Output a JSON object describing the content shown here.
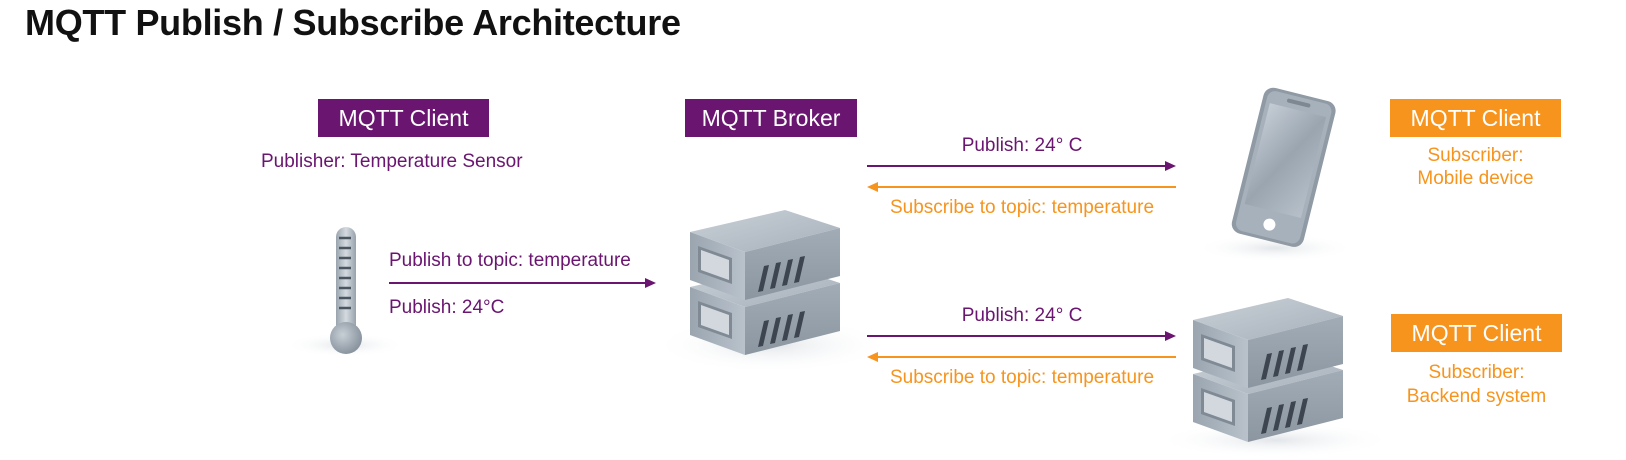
{
  "title": "MQTT Publish / Subscribe Architecture",
  "colors": {
    "purple": "#6a1570",
    "orange": "#f7941d",
    "device_gray": "#a9b3bd"
  },
  "publisher": {
    "badge": "MQTT Client",
    "role": "Publisher: Temperature Sensor",
    "icon": "thermometer-icon",
    "topic_label": "Publish to topic: temperature",
    "value_label": "Publish: 24°C"
  },
  "broker": {
    "badge": "MQTT Broker",
    "icon": "server-icon"
  },
  "subscriber_mobile": {
    "badge": "MQTT Client",
    "role_line1": "Subscriber:",
    "role_line2": "Mobile device",
    "icon": "smartphone-icon",
    "publish_label": "Publish: 24° C",
    "subscribe_label": "Subscribe to topic: temperature"
  },
  "subscriber_backend": {
    "badge": "MQTT Client",
    "role_line1": "Subscriber:",
    "role_line2": "Backend system",
    "icon": "server-icon",
    "publish_label": "Publish: 24° C",
    "subscribe_label": "Subscribe to topic: temperature"
  }
}
